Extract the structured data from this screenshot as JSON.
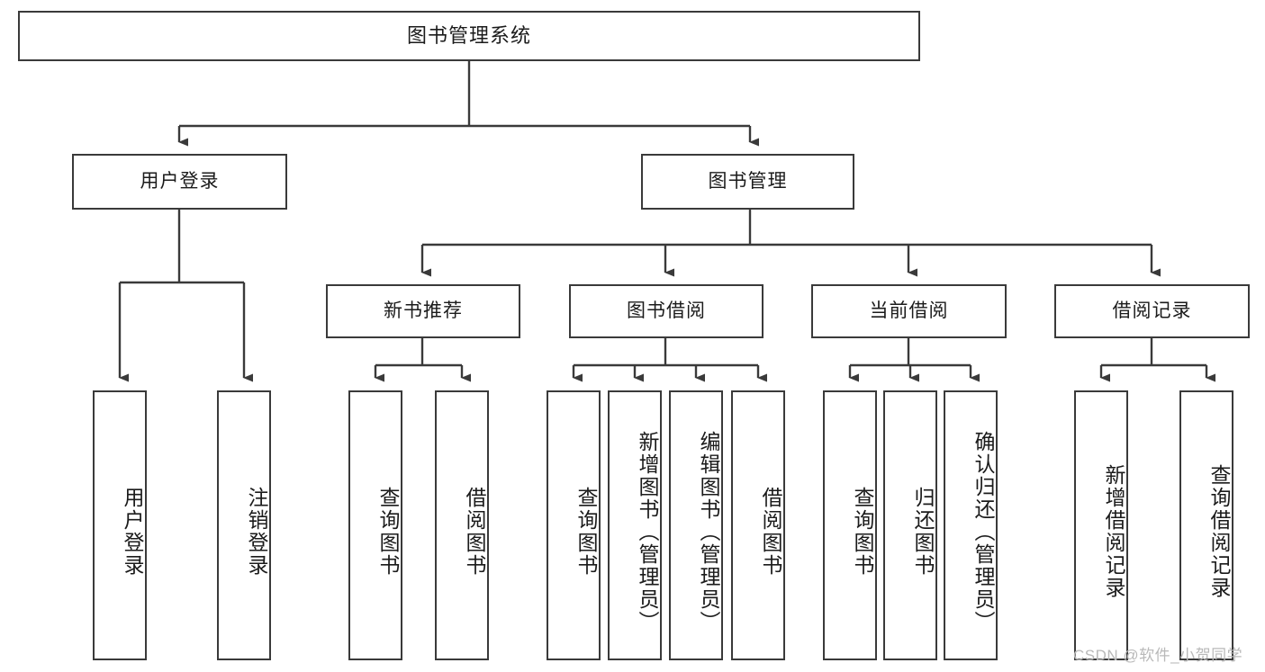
{
  "diagram": {
    "title_node": {
      "label": "图书管理系统"
    },
    "level2": [
      {
        "id": "user-login",
        "label": "用户登录"
      },
      {
        "id": "book-management",
        "label": "图书管理"
      }
    ],
    "level3": [
      {
        "id": "new-book-recommend",
        "label": "新书推荐"
      },
      {
        "id": "book-borrow",
        "label": "图书借阅"
      },
      {
        "id": "current-borrow",
        "label": "当前借阅"
      },
      {
        "id": "borrow-record",
        "label": "借阅记录"
      }
    ],
    "leaves": {
      "user_login": [
        {
          "id": "leaf-user-login",
          "label": "用户登录"
        },
        {
          "id": "leaf-logout",
          "label": "注销登录"
        }
      ],
      "new_book_recommend": [
        {
          "id": "leaf-query-book-1",
          "label": "查询图书"
        },
        {
          "id": "leaf-borrow-book-1",
          "label": "借阅图书"
        }
      ],
      "book_borrow": [
        {
          "id": "leaf-query-book-2",
          "label": "查询图书"
        },
        {
          "id": "leaf-add-book",
          "label": "新增图书（管理员）"
        },
        {
          "id": "leaf-edit-book",
          "label": "编辑图书（管理员）"
        },
        {
          "id": "leaf-borrow-book-2",
          "label": "借阅图书"
        }
      ],
      "current_borrow": [
        {
          "id": "leaf-query-book-3",
          "label": "查询图书"
        },
        {
          "id": "leaf-return-book",
          "label": "归还图书"
        },
        {
          "id": "leaf-confirm-return",
          "label": "确认归还（管理员）"
        }
      ],
      "borrow_record": [
        {
          "id": "leaf-add-record",
          "label": "新增借阅记录"
        },
        {
          "id": "leaf-query-record",
          "label": "查询借阅记录"
        }
      ]
    }
  },
  "watermark": {
    "text": "CSDN @软件_小贺同学"
  },
  "colors": {
    "stroke": "#3a3a3a",
    "background": "#ffffff",
    "text": "#1b1b1b",
    "watermark": "#b9b9b9"
  }
}
